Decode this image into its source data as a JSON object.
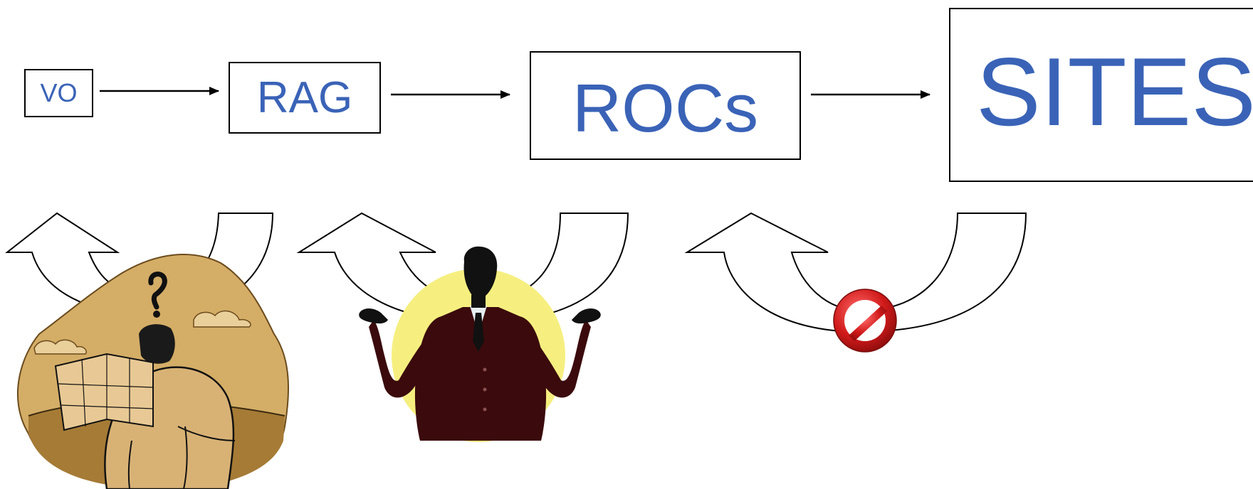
{
  "boxes": {
    "vo": "VO",
    "rag": "RAG",
    "rocs": "ROCs",
    "sites": "SITES"
  },
  "colors": {
    "label_blue": "#3a63b7",
    "stroke": "#000000",
    "desert_tan": "#d4ad67",
    "desert_ground": "#a67b36",
    "halo_yellow": "#f6ef80",
    "suit_maroon": "#3b0a0c",
    "forbidden_red": "#d11a1a"
  },
  "icons": {
    "confused-man": "man-reading-map-with-question-mark",
    "shrugging-man": "businessman-shrugging",
    "forbidden": "no-entry-sign"
  }
}
